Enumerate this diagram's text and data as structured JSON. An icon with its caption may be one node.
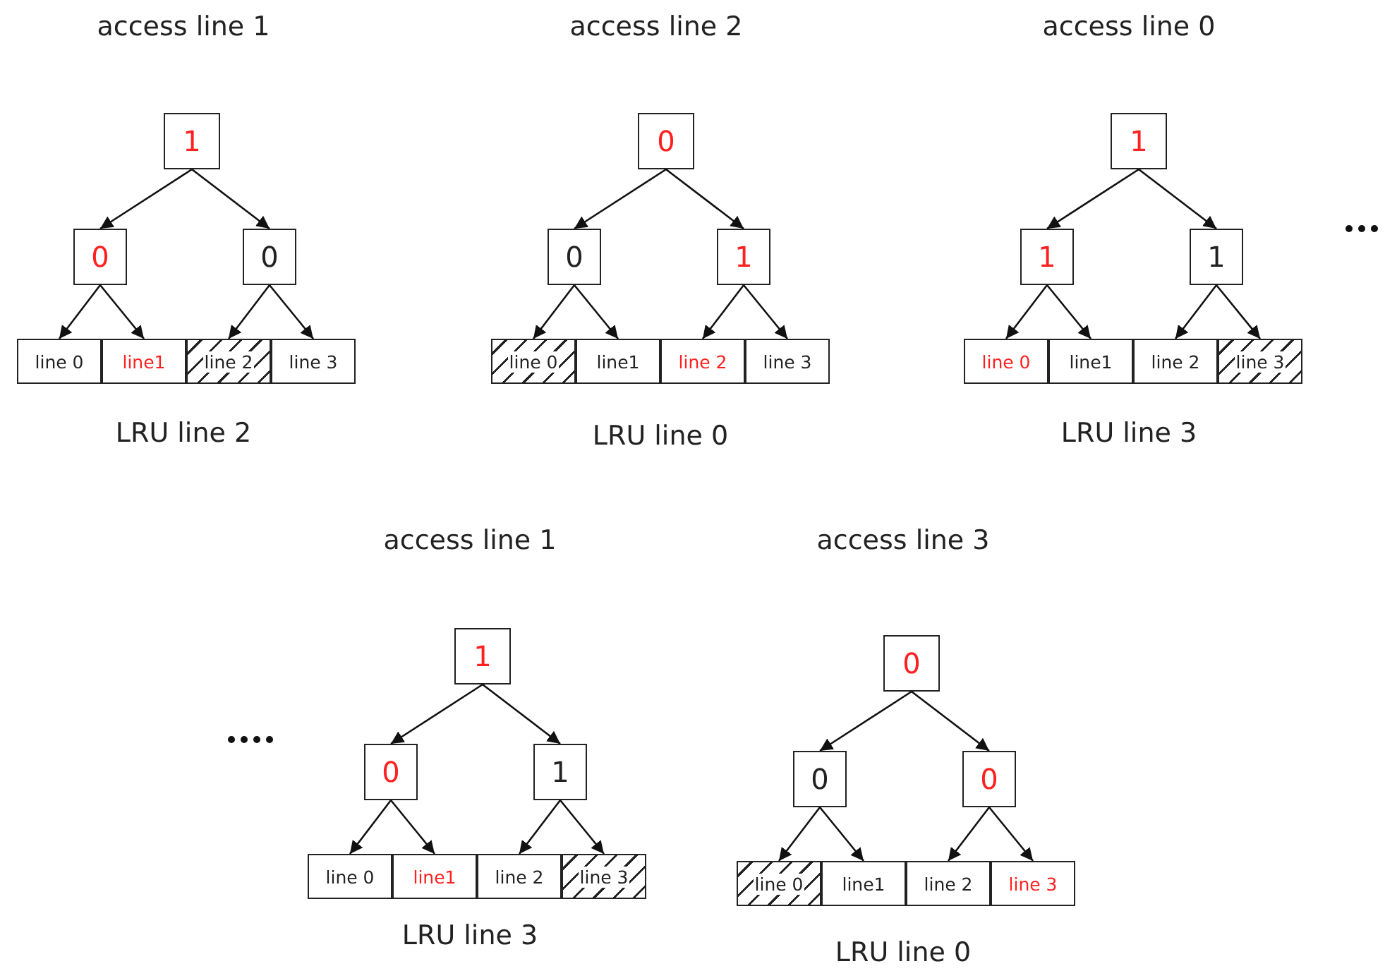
{
  "diagram": {
    "nodes": [
      {
        "text": [
          "1"
        ]
      },
      {
        "text": [
          "0"
        ]
      },
      {
        "text": [
          "0"
        ]
      },
      {
        "text": [
          "line 0"
        ]
      },
      {
        "text": [
          "line1"
        ]
      },
      {
        "text": [
          "line 2"
        ]
      },
      {
        "text": [
          "line 3"
        ]
      },
      {
        "text": [
          "0"
        ]
      },
      {
        "text": [
          "0"
        ]
      },
      {
        "text": [
          "1"
        ]
      },
      {
        "text": [
          "line 0"
        ]
      },
      {
        "text": [
          "line1"
        ]
      },
      {
        "text": [
          "line 2"
        ]
      },
      {
        "text": [
          "line 3"
        ]
      },
      {
        "text": [
          "1"
        ]
      },
      {
        "text": [
          "1"
        ]
      },
      {
        "text": [
          "1"
        ]
      },
      {
        "text": [
          "line 0"
        ]
      },
      {
        "text": [
          "line1"
        ]
      },
      {
        "text": [
          "line 2"
        ]
      },
      {
        "text": [
          "line 3"
        ]
      },
      {
        "text": [
          "1"
        ]
      },
      {
        "text": [
          "0"
        ]
      },
      {
        "text": [
          "1"
        ]
      },
      {
        "text": [
          "line 0"
        ]
      },
      {
        "text": [
          "line1"
        ]
      },
      {
        "text": [
          "line 2"
        ]
      },
      {
        "text": [
          "line 3"
        ]
      },
      {
        "text": [
          "0"
        ]
      },
      {
        "text": [
          "0"
        ]
      },
      {
        "text": [
          "0"
        ]
      },
      {
        "text": [
          "line 0"
        ]
      },
      {
        "text": [
          "line1"
        ]
      },
      {
        "text": [
          "line 2"
        ]
      },
      {
        "text": [
          "line 3"
        ]
      }
    ],
    "edges": [
      {
        "from": 0,
        "to": 1,
        "arrow": "to"
      },
      {
        "from": 0,
        "to": 2,
        "arrow": "to"
      },
      {
        "from": 1,
        "to": 3,
        "arrow": "to"
      },
      {
        "from": 1,
        "to": 4,
        "arrow": "to"
      },
      {
        "from": 2,
        "to": 5,
        "arrow": "to"
      },
      {
        "from": 2,
        "to": 6,
        "arrow": "to"
      },
      {
        "from": 7,
        "to": 8,
        "arrow": "to"
      },
      {
        "from": 7,
        "to": 9,
        "arrow": "to"
      },
      {
        "from": 8,
        "to": 10,
        "arrow": "to"
      },
      {
        "from": 8,
        "to": 11,
        "arrow": "to"
      },
      {
        "from": 9,
        "to": 12,
        "arrow": "to"
      },
      {
        "from": 9,
        "to": 13,
        "arrow": "to"
      },
      {
        "from": 14,
        "to": 15,
        "arrow": "to"
      },
      {
        "from": 14,
        "to": 16,
        "arrow": "to"
      },
      {
        "from": 15,
        "to": 17,
        "arrow": "to"
      },
      {
        "from": 15,
        "to": 18,
        "arrow": "to"
      },
      {
        "from": 16,
        "to": 19,
        "arrow": "to"
      },
      {
        "from": 16,
        "to": 20,
        "arrow": "to"
      },
      {
        "from": 21,
        "to": 22,
        "arrow": "to"
      },
      {
        "from": 21,
        "to": 23,
        "arrow": "to"
      },
      {
        "from": 22,
        "to": 24,
        "arrow": "to"
      },
      {
        "from": 22,
        "to": 25,
        "arrow": "to"
      },
      {
        "from": 23,
        "to": 26,
        "arrow": "to"
      },
      {
        "from": 23,
        "to": 27,
        "arrow": "to"
      },
      {
        "from": 28,
        "to": 29,
        "arrow": "to"
      },
      {
        "from": 28,
        "to": 30,
        "arrow": "to"
      },
      {
        "from": 29,
        "to": 31,
        "arrow": "to"
      },
      {
        "from": 29,
        "to": 32,
        "arrow": "to"
      },
      {
        "from": 30,
        "to": 33,
        "arrow": "to"
      },
      {
        "from": 30,
        "to": 34,
        "arrow": "to"
      }
    ],
    "labels": [
      "access line 1",
      "access line 2",
      "access line 0",
      "LRU line 2",
      "LRU line 0",
      "LRU line 3",
      "access line 1",
      "access line 3",
      "LRU line 3",
      "LRU line 0"
    ]
  }
}
